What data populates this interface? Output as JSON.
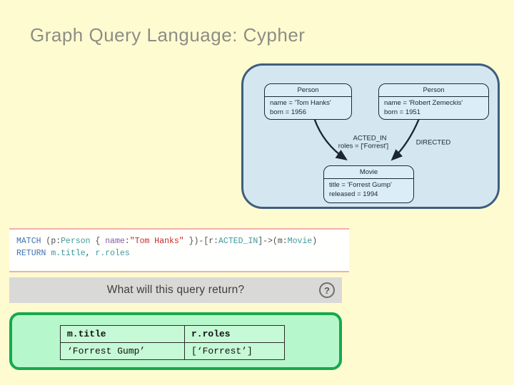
{
  "slide": {
    "title": "Graph Query Language: Cypher",
    "background_color": "#FFFBD1",
    "title_color": "#8D8D84"
  },
  "diagram": {
    "panel_fill": "#D4E7F1",
    "panel_border": "#3F5E7C",
    "node_fill": "#DBEEF8",
    "node_border": "#1B2A36",
    "nodes": [
      {
        "label": "Person",
        "properties": [
          "name = 'Tom Hanks'",
          "born = 1956"
        ]
      },
      {
        "label": "Person",
        "properties": [
          "name = 'Robert Zemeckis'",
          "born = 1951"
        ]
      },
      {
        "label": "Movie",
        "properties": [
          "title = 'Forrest Gump'",
          "released = 1994"
        ]
      }
    ],
    "edges": [
      {
        "label": "ACTED_IN",
        "sublabel": "roles = ['Forrest']"
      },
      {
        "label": "DIRECTED"
      }
    ]
  },
  "code": {
    "background": "#FFFFFD",
    "border_color": "#F0B0A8",
    "colors": {
      "keyword": "#4271AE",
      "label": "#3E999F",
      "attribute": "#8959A8",
      "string": "#C82829",
      "plain": "#4D4D4C"
    },
    "line1": [
      {
        "t": "MATCH ",
        "c": "kw"
      },
      {
        "t": "(p:",
        "c": "pln"
      },
      {
        "t": "Person",
        "c": "lbl"
      },
      {
        "t": " { ",
        "c": "pln"
      },
      {
        "t": "name",
        "c": "attr"
      },
      {
        "t": ":",
        "c": "pln"
      },
      {
        "t": "\"Tom Hanks\"",
        "c": "str"
      },
      {
        "t": " })-[r:",
        "c": "pln"
      },
      {
        "t": "ACTED_IN",
        "c": "lbl"
      },
      {
        "t": "]->(m:",
        "c": "pln"
      },
      {
        "t": "Movie",
        "c": "lbl"
      },
      {
        "t": ")",
        "c": "pln"
      }
    ],
    "line2": [
      {
        "t": "RETURN ",
        "c": "kw"
      },
      {
        "t": "m.title",
        "c": "lbl"
      },
      {
        "t": ", ",
        "c": "pln"
      },
      {
        "t": "r.roles",
        "c": "lbl"
      }
    ]
  },
  "question": {
    "text": "What will this query return?",
    "icon_glyph": "?",
    "bar_color": "#D9D9D7"
  },
  "result": {
    "box_fill": "#B6F8CB",
    "box_border": "#18A850",
    "table": {
      "headers": [
        "m.title",
        "r.roles"
      ],
      "rows": [
        [
          "‘Forrest Gump’",
          "[‘Forrest’]"
        ]
      ]
    }
  }
}
